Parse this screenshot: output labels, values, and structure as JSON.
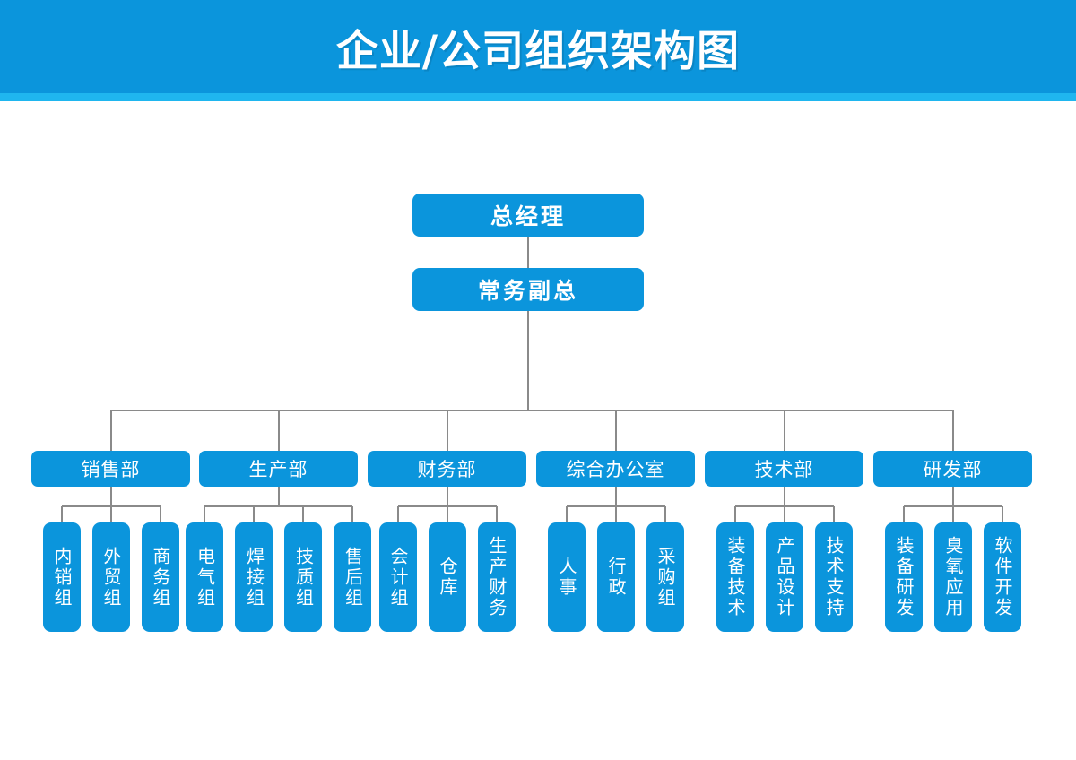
{
  "header": {
    "title": "企业/公司组织架构图",
    "banner_color": "#0B95DC",
    "strip_color": "#1FB6EF",
    "title_color": "#FFFFFF"
  },
  "theme": {
    "node_color": "#0B95DC",
    "line_color": "#8A8A8A",
    "background": "#FFFFFF",
    "text_color": "#FFFFFF"
  },
  "chart": {
    "type": "org-chart",
    "top": [
      {
        "label": "总经理"
      },
      {
        "label": "常务副总"
      }
    ],
    "departments": [
      {
        "label": "销售部",
        "children": [
          {
            "label": "内销组"
          },
          {
            "label": "外贸组"
          },
          {
            "label": "商务组"
          }
        ]
      },
      {
        "label": "生产部",
        "children": [
          {
            "label": "电气组"
          },
          {
            "label": "焊接组"
          },
          {
            "label": "技质组"
          },
          {
            "label": "售后组"
          }
        ]
      },
      {
        "label": "财务部",
        "children": [
          {
            "label": "会计组"
          },
          {
            "label": "仓库"
          },
          {
            "label": "生产财务"
          }
        ]
      },
      {
        "label": "综合办公室",
        "children": [
          {
            "label": "人事"
          },
          {
            "label": "行政"
          },
          {
            "label": "采购组"
          }
        ]
      },
      {
        "label": "技术部",
        "children": [
          {
            "label": "装备技术"
          },
          {
            "label": "产品设计"
          },
          {
            "label": "技术支持"
          }
        ]
      },
      {
        "label": "研发部",
        "children": [
          {
            "label": "装备研发"
          },
          {
            "label": "臭氧应用"
          },
          {
            "label": "软件开发"
          }
        ]
      }
    ]
  }
}
